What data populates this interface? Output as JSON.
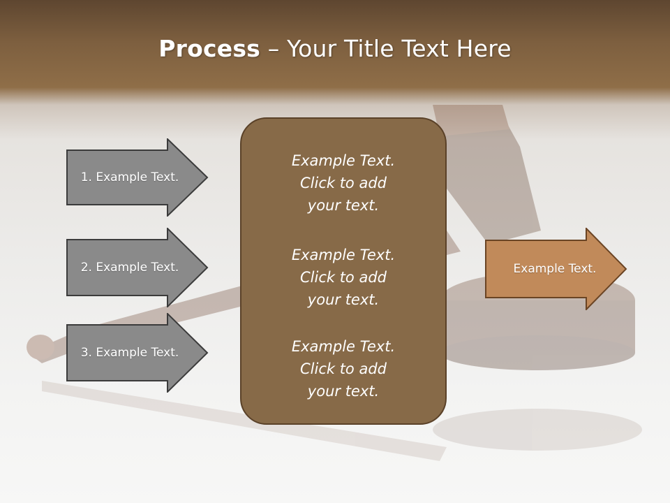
{
  "title": {
    "bold": "Process",
    "rest": " – Your Title Text Here"
  },
  "left_arrows": [
    {
      "label": "1. Example Text."
    },
    {
      "label": "2. Example Text."
    },
    {
      "label": "3. Example Text."
    }
  ],
  "center_box": {
    "paragraphs": [
      {
        "line1": "Example Text.",
        "line2": "Click  to add",
        "line3": "your text."
      },
      {
        "line1": "Example Text.",
        "line2": "Click  to add",
        "line3": "your text."
      },
      {
        "line1": "Example Text.",
        "line2": "Click  to add",
        "line3": "your text."
      }
    ]
  },
  "right_arrow": {
    "label": "Example Text."
  },
  "colors": {
    "header_brown": "#7d5f3f",
    "gray_arrow": "#8a8a8a",
    "center_box": "#876a48",
    "right_arrow": "#c18a5a"
  }
}
